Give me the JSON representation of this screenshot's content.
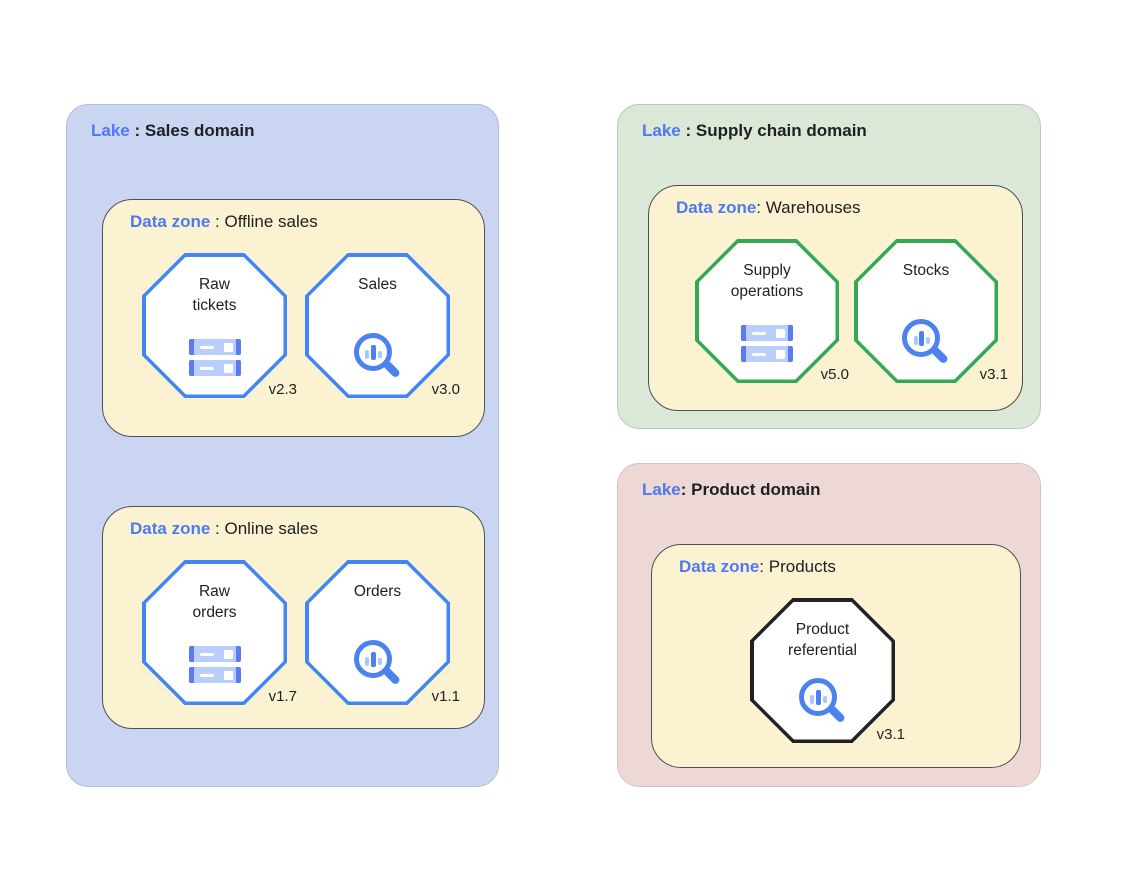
{
  "palette": {
    "lake_sales_bg": "#c9d5f1",
    "lake_supply_bg": "#dbe8d7",
    "lake_product_bg": "#eed8d6",
    "zone_bg": "#fbf2d2",
    "zone_border": "#4d5156",
    "label_blue": "#4d7af2",
    "node_border_blue": "#4285f4",
    "node_border_green": "#34a853",
    "node_border_black": "#202124",
    "icon_blue": "#4c82f0",
    "icon_light_blue": "#b3c9f8",
    "text_black": "#202124"
  },
  "lakes": [
    {
      "title_prefix": "Lake",
      "title_rest": " : Sales domain",
      "zones": [
        {
          "title_prefix": "Data zone",
          "title_rest": " : Offline sales",
          "nodes": [
            {
              "label": "Raw\ntickets",
              "icon": "records",
              "version": "v2.3"
            },
            {
              "label": "Sales",
              "icon": "search-chart",
              "version": "v3.0"
            }
          ]
        },
        {
          "title_prefix": "Data zone",
          "title_rest": " : Online sales",
          "nodes": [
            {
              "label": "Raw\norders",
              "icon": "records",
              "version": "v1.7"
            },
            {
              "label": "Orders",
              "icon": "search-chart",
              "version": "v1.1"
            }
          ]
        }
      ]
    },
    {
      "title_prefix": "Lake",
      "title_rest": " : Supply chain domain",
      "zones": [
        {
          "title_prefix": "Data zone",
          "title_rest": ": Warehouses",
          "nodes": [
            {
              "label": "Supply\noperations",
              "icon": "records",
              "version": "v5.0"
            },
            {
              "label": "Stocks",
              "icon": "search-chart",
              "version": "v3.1"
            }
          ]
        }
      ]
    },
    {
      "title_prefix": "Lake",
      "title_rest": ": Product domain",
      "zones": [
        {
          "title_prefix": "Data zone",
          "title_rest": ": Products",
          "nodes": [
            {
              "label": "Product\nreferential",
              "icon": "search-chart",
              "version": "v3.1"
            }
          ]
        }
      ]
    }
  ]
}
